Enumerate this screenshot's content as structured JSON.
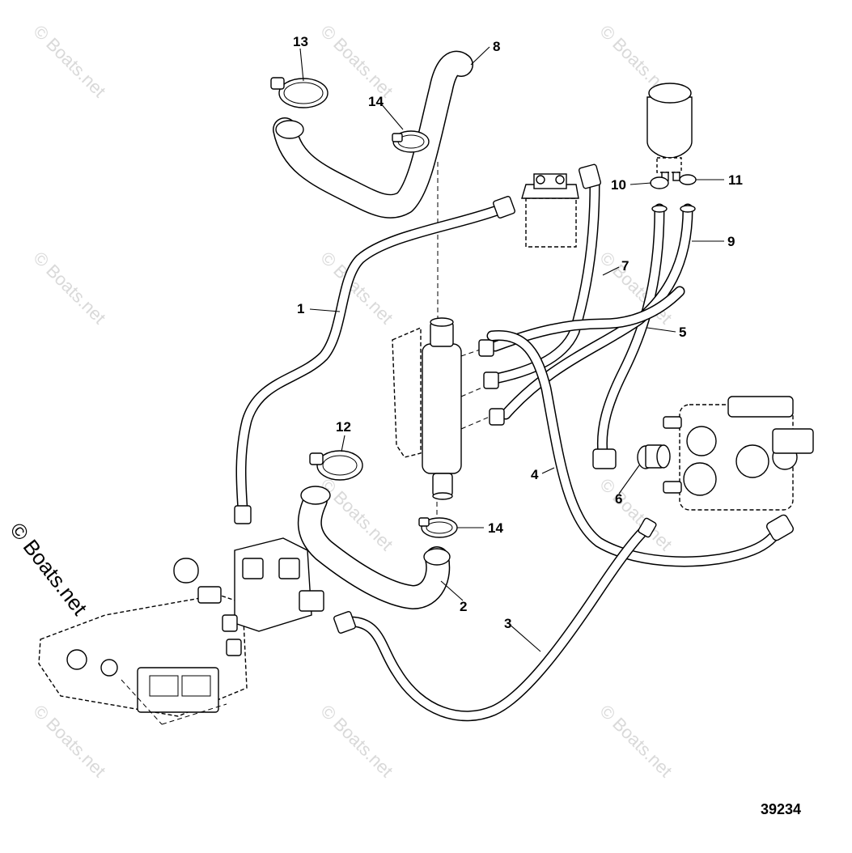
{
  "diagram": {
    "callouts": [
      {
        "id": "1",
        "label": "1"
      },
      {
        "id": "2",
        "label": "2"
      },
      {
        "id": "3",
        "label": "3"
      },
      {
        "id": "4",
        "label": "4"
      },
      {
        "id": "5",
        "label": "5"
      },
      {
        "id": "6",
        "label": "6"
      },
      {
        "id": "7",
        "label": "7"
      },
      {
        "id": "8",
        "label": "8"
      },
      {
        "id": "9",
        "label": "9"
      },
      {
        "id": "10",
        "label": "10"
      },
      {
        "id": "11",
        "label": "11"
      },
      {
        "id": "12",
        "label": "12"
      },
      {
        "id": "13",
        "label": "13"
      },
      {
        "id": "14a",
        "label": "14"
      },
      {
        "id": "14b",
        "label": "14"
      }
    ],
    "figure_number": "39234",
    "watermark_text": "© Boats.net",
    "side_watermark": "© Boats.net"
  }
}
